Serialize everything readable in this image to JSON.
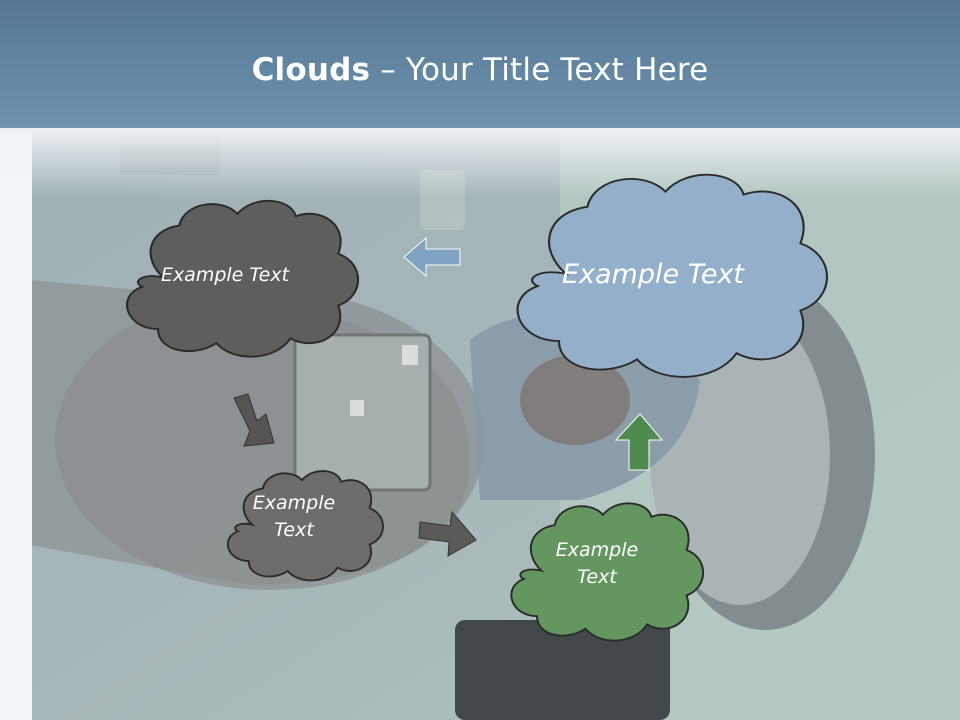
{
  "title": {
    "bold": "Clouds",
    "dash": " – ",
    "rest": "Your Title Text Here"
  },
  "clouds": [
    {
      "id": "gray-top",
      "text": "Example Text",
      "fill": "#5e5e5e",
      "text_color": "#ffffff"
    },
    {
      "id": "blue",
      "text": "Example Text",
      "fill": "#93afc9",
      "text_color": "#ffffff"
    },
    {
      "id": "gray-small",
      "text_line1": "Example",
      "text_line2": "Text",
      "fill": "#6c6c6c",
      "text_color": "#ffffff"
    },
    {
      "id": "green",
      "text_line1": "Example",
      "text_line2": "Text",
      "fill": "#64975f",
      "text_color": "#ffffff"
    }
  ],
  "colors": {
    "header_top": "#587a96",
    "header_bottom": "#6f93b0",
    "arrow_blue": "#7fa3c4",
    "arrow_gray": "#555555",
    "arrow_green": "#4f8a4f",
    "outline": "#333333"
  }
}
